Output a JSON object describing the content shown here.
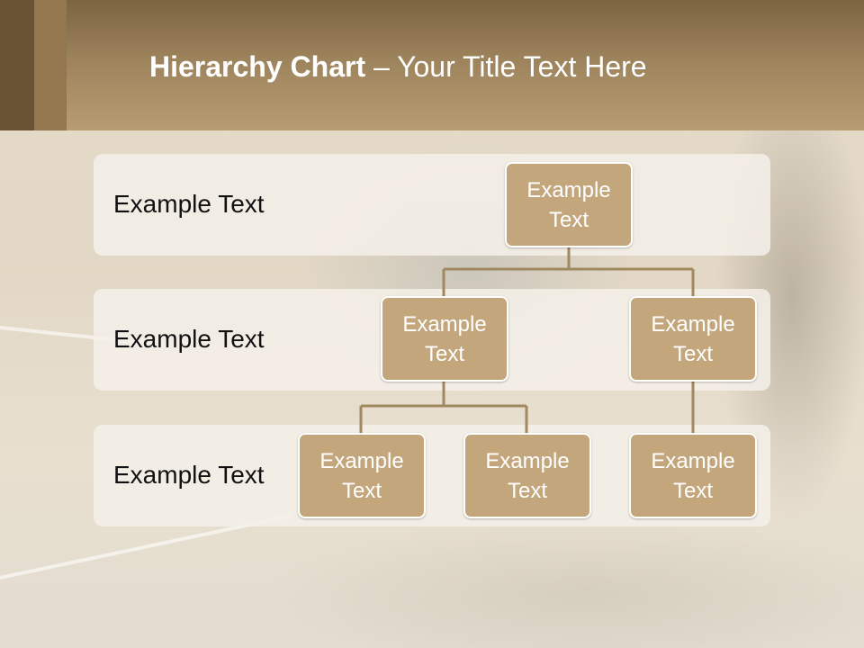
{
  "title": {
    "bold": "Hierarchy Chart",
    "separator": " – ",
    "rest": "Your Title Text Here"
  },
  "rows": [
    {
      "label": "Example Text"
    },
    {
      "label": "Example Text"
    },
    {
      "label": "Example Text"
    }
  ],
  "nodes": {
    "root": {
      "line1": "Example",
      "line2": "Text"
    },
    "mid_left": {
      "line1": "Example",
      "line2": "Text"
    },
    "mid_right": {
      "line1": "Example",
      "line2": "Text"
    },
    "leaf_1": {
      "line1": "Example",
      "line2": "Text"
    },
    "leaf_2": {
      "line1": "Example",
      "line2": "Text"
    },
    "leaf_3": {
      "line1": "Example",
      "line2": "Text"
    }
  },
  "colors": {
    "node_fill": "#c4a67c",
    "connector": "#a08860",
    "title_bar": "#9d835c"
  }
}
